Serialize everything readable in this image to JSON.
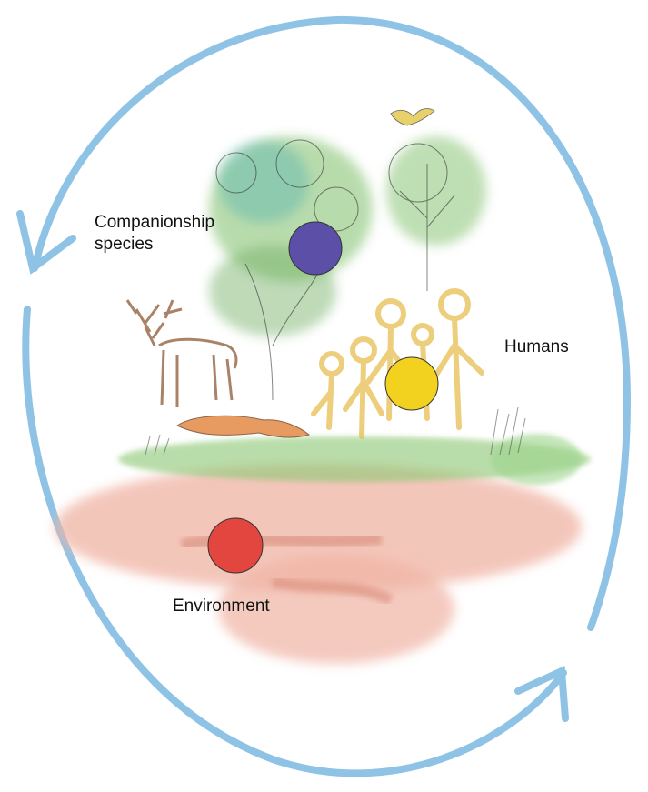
{
  "labels": {
    "companionship_line1": "Companionship",
    "companionship_line2": "species",
    "humans": "Humans",
    "environment": "Environment"
  },
  "nodes": {
    "companionship_color": "#5b4fa8",
    "humans_color": "#f3d21f",
    "environment_color": "#e2463f"
  },
  "palette": {
    "cycle_arrow": "#8fc3e6",
    "soil": "#f0b4a4",
    "grass": "#8cc873",
    "foliage_green": "#7fbf6a",
    "foliage_teal": "#5bb6b0",
    "humans_sketch": "#e6be52",
    "deer": "#9b6e4e",
    "fox": "#e58a45"
  },
  "icons": {
    "cycle": "cycle-arrows-icon",
    "tree": "tree-icon",
    "deer": "deer-icon",
    "fox": "fox-icon",
    "bird": "bird-icon",
    "people": "people-group-icon"
  }
}
